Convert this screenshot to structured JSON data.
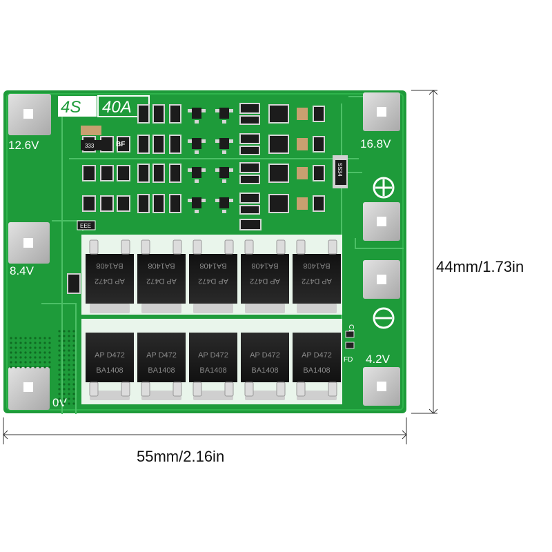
{
  "board": {
    "model_cells": "4S",
    "model_current": "40A",
    "terminals": [
      {
        "label": "12.6V"
      },
      {
        "label": "8.4V"
      },
      {
        "label": "0V"
      },
      {
        "label": "16.8V"
      },
      {
        "label": "4.2V"
      }
    ],
    "polarity_plus": "+",
    "polarity_minus": "−",
    "silk": {
      "bf": "BF",
      "cd": "CD",
      "fd": "FD",
      "ic": "333",
      "diode": "SS34",
      "eee": "EEE"
    },
    "mosfet_top_code": "BA1408",
    "mosfet_top_brand": "AP D472",
    "mosfet_bottom_code": "BA1408",
    "mosfet_bottom_brand": "AP D472",
    "colors": {
      "board": "#1e9b3a",
      "board_dark": "#15802d",
      "pad": "#c9c9c9",
      "chip": "#1c1c1c"
    }
  },
  "dimensions": {
    "height": "44mm/1.73in",
    "width": "55mm/2.16in"
  }
}
